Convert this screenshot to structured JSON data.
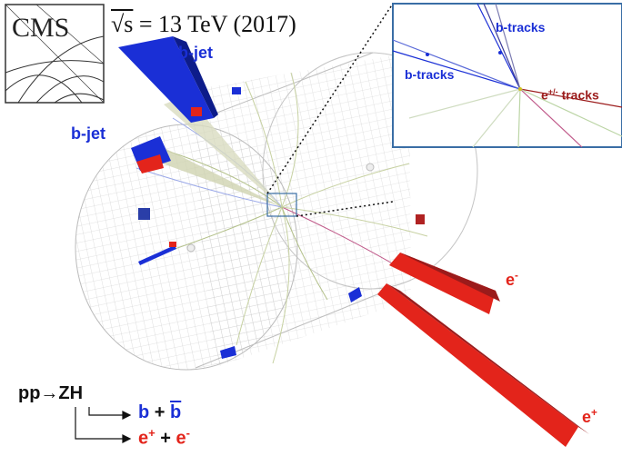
{
  "logo": {
    "text": "CMS"
  },
  "energy_label": {
    "sqrt": "√s",
    "equals": "= 13 TeV (2017)"
  },
  "labels": {
    "bjet_top": "b-jet",
    "bjet_left": "b-jet",
    "e_minus_base": "e",
    "e_minus_sup": "-",
    "e_plus_base": "e",
    "e_plus_sup": "+"
  },
  "inset": {
    "btracks_top": "b-tracks",
    "btracks_left": "b-tracks",
    "etracks_base": "e",
    "etracks_sup": "+/-",
    "etracks_suffix": "tracks"
  },
  "process": {
    "initial": "pp→ZH",
    "decay1_b": "b",
    "decay1_plus": "+",
    "decay1_bbar": "b",
    "decay2_e1": "e",
    "decay2_e1_sup": "+",
    "decay2_plus": "+",
    "decay2_e2": "e",
    "decay2_e2_sup": "-"
  },
  "colors": {
    "blue": "#1a2fd6",
    "red": "#e3241b",
    "dark_red": "#9b1b1b",
    "inset_border": "#3a6ea5"
  }
}
